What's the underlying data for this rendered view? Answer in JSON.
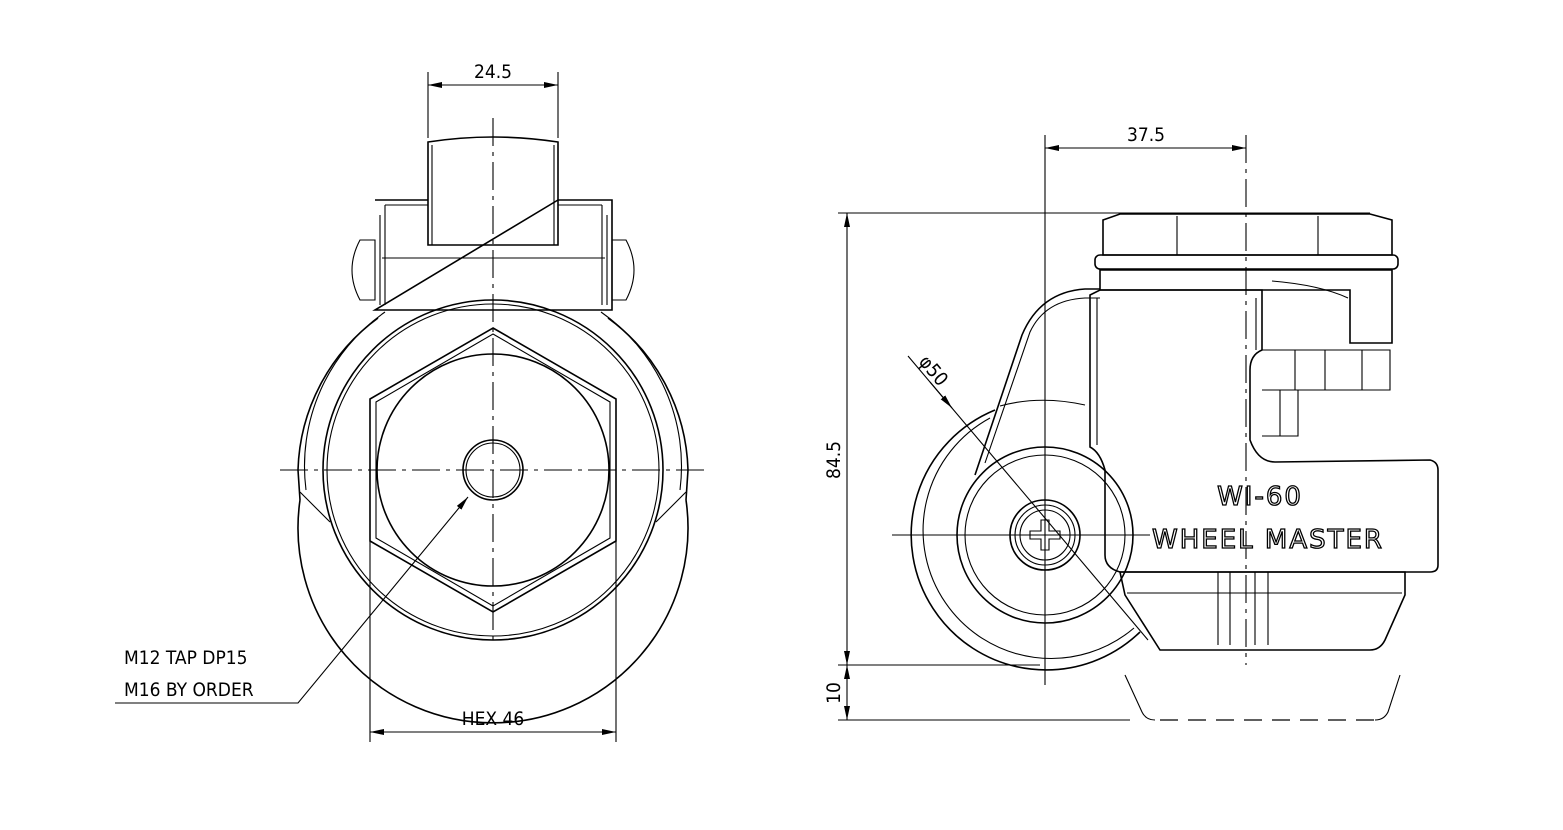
{
  "front_view": {
    "dim_width": "24.5",
    "dim_hex": "HEX 46",
    "note_line1": "M12 TAP DP15",
    "note_line2": "M16 BY ORDER"
  },
  "side_view": {
    "dim_offset": "37.5",
    "dim_height": "84.5",
    "dim_travel": "10",
    "dim_wheel_diameter": "φ50",
    "model": "WI-60",
    "brand": "WHEEL MASTER"
  }
}
